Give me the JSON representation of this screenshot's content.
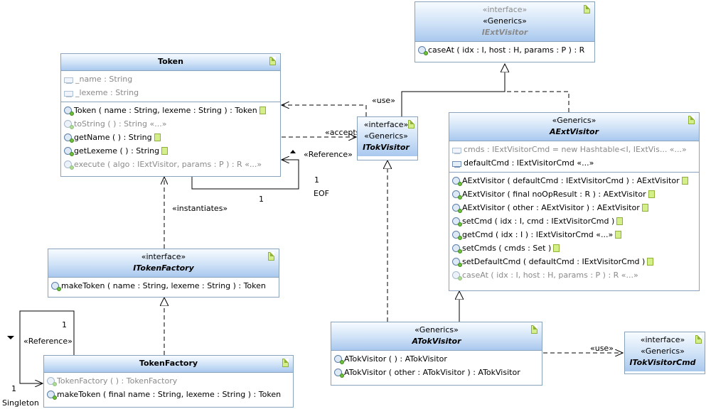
{
  "classes": {
    "iextvisitor": {
      "stereotypes": [
        "«interface»",
        "«Generics»"
      ],
      "name": "IExtVisitor",
      "methods": [
        "caseAt ( idx : I, host : H, params : P ) :  R"
      ]
    },
    "token": {
      "name": "Token",
      "fields": [
        "_name : String",
        "_lexeme : String"
      ],
      "methods": [
        {
          "text": "Token ( name : String, lexeme : String ) :  Token",
          "gray": false,
          "note": true
        },
        {
          "text": "toString ( ) :  String «...»",
          "gray": true,
          "note": false
        },
        {
          "text": "getName ( ) :  String",
          "gray": false,
          "note": true
        },
        {
          "text": "getLexeme ( ) :  String",
          "gray": false,
          "note": true
        },
        {
          "text": "execute ( algo : IExtVisitor, params : P ) :  R «...»",
          "gray": true,
          "note": false
        }
      ]
    },
    "itokvisitor": {
      "stereotypes": [
        "«interface»",
        "«Generics»"
      ],
      "name": "ITokVisitor"
    },
    "aextvisitor": {
      "stereotypes": [
        "«Generics»"
      ],
      "name": "AExtVisitor",
      "fields": [
        {
          "text": "cmds : IExtVisitorCmd = new Hashtable<I, IExtVis...  «...»",
          "gray": true
        },
        {
          "text": "defaultCmd : IExtVisitorCmd «...»",
          "gray": false
        }
      ],
      "methods": [
        {
          "text": "AExtVisitor ( defaultCmd : IExtVisitorCmd ) :  AExtVisitor",
          "gray": false,
          "note": true
        },
        {
          "text": "AExtVisitor ( final noOpResult : R ) :  AExtVisitor",
          "gray": false,
          "note": true
        },
        {
          "text": "AExtVisitor ( other : AExtVisitor ) :  AExtVisitor",
          "gray": false,
          "note": true
        },
        {
          "text": "setCmd ( idx : I, cmd : IExtVisitorCmd )",
          "gray": false,
          "note": true
        },
        {
          "text": "getCmd ( idx : I ) :  IExtVisitorCmd «...»",
          "gray": false,
          "note": true
        },
        {
          "text": "setCmds ( cmds : Set )",
          "gray": false,
          "note": true
        },
        {
          "text": "setDefaultCmd ( defaultCmd : IExtVisitorCmd )",
          "gray": false,
          "note": true
        },
        {
          "text": "caseAt ( idx : I, host : H, params : P ) :  R «...»",
          "gray": true,
          "note": false
        }
      ]
    },
    "itokenfactory": {
      "stereotypes": [
        "«interface»"
      ],
      "name": "ITokenFactory",
      "methods": [
        "makeToken ( name : String, lexeme : String ) :  Token"
      ]
    },
    "tokenfactory": {
      "name": "TokenFactory",
      "methods": [
        {
          "text": "TokenFactory ( ) :  TokenFactory",
          "gray": true
        },
        {
          "text": "makeToken ( final name : String, lexeme : String ) :  Token",
          "gray": false
        }
      ]
    },
    "atokvisitor": {
      "stereotypes": [
        "«Generics»"
      ],
      "name": "ATokVisitor",
      "methods": [
        "ATokVisitor ( ) :  ATokVisitor",
        "ATokVisitor ( other : ATokVisitor ) :  ATokVisitor"
      ]
    },
    "itokvisitorcmd": {
      "stereotypes": [
        "«interface»",
        "«Generics»"
      ],
      "name": "ITokVisitorCmd"
    }
  },
  "labels": {
    "use1": "«use»",
    "accepts": "«accepts»",
    "reference1": "«Reference»",
    "one_a": "1",
    "one_b": "1",
    "eof": "EOF",
    "instantiates": "«instantiates»",
    "reference2": "«Reference»",
    "one_c": "1",
    "one_d": "1",
    "singleton": "Singleton",
    "use2": "«use»"
  }
}
